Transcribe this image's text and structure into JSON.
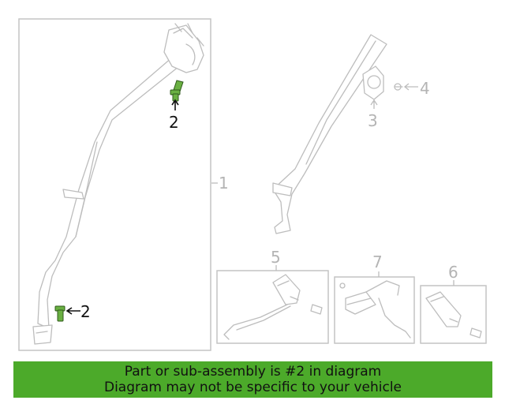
{
  "callouts": {
    "c1": "1",
    "c2_top": "2",
    "c2_bottom": "2",
    "c3": "3",
    "c4": "4",
    "c5": "5",
    "c6": "6",
    "c7": "7"
  },
  "banner": {
    "line1": "Part or sub-assembly is #2 in diagram",
    "line2": "Diagram may not be specific to your vehicle"
  },
  "colors": {
    "highlight": "#6ab042",
    "banner": "#4caa2a",
    "line_art": "#bdbdbd"
  }
}
